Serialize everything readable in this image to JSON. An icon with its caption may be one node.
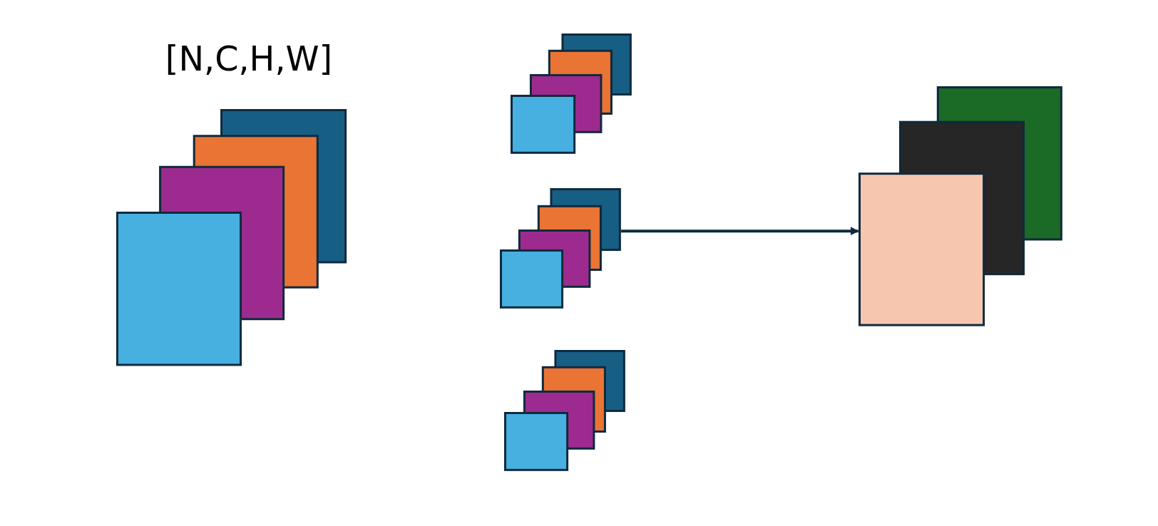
{
  "diagram": {
    "nodes": [
      {
        "text": [],
        "shape": "stack"
      },
      {
        "text": [],
        "shape": "stack"
      },
      {
        "text": [],
        "shape": "stack"
      },
      {
        "text": [],
        "shape": "stack"
      },
      {
        "text": [],
        "shape": "stack"
      }
    ],
    "edges": [
      {
        "from": 2,
        "to": 4,
        "arrow": "to"
      }
    ],
    "labels": [
      "[N,C,H,W]"
    ]
  }
}
